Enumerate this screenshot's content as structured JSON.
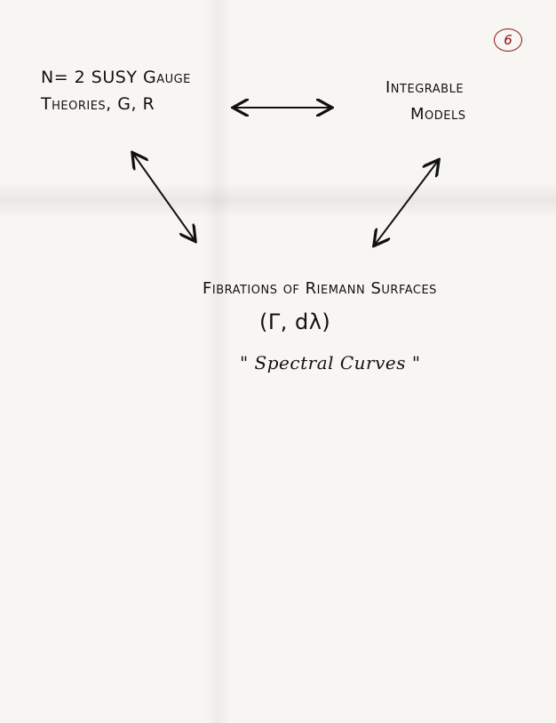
{
  "page_number": "6",
  "nodes": {
    "gauge_line1": "N= 2 SUSY Gauge",
    "gauge_line2": "Theories, G, R",
    "integrable_line1": "Integrable",
    "integrable_line2": "Models",
    "fibrations_line1": "Fibrations of Riemann Surfaces",
    "fibrations_line2": "(Γ, dλ)",
    "fibrations_line3": "\" Spectral Curves \""
  },
  "colors": {
    "ink": "#111111",
    "page_number": "#8a1010",
    "paper": "#f8f6f3"
  }
}
